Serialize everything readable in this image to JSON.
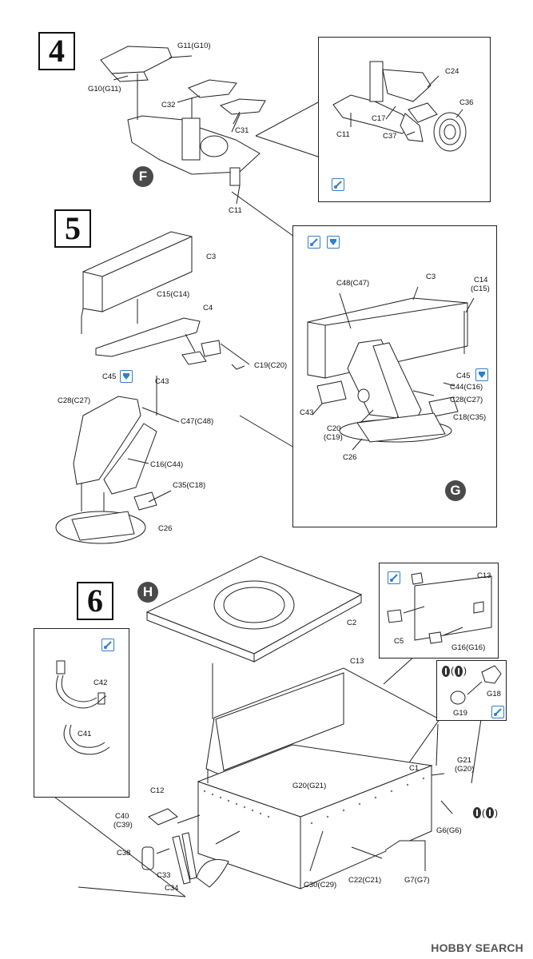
{
  "steps": {
    "s4": "4",
    "s5": "5",
    "s6": "6"
  },
  "markers": {
    "f": "F",
    "g": "G",
    "h": "H"
  },
  "labels4": {
    "g11": "G11(G10)",
    "g10": "G10(G11)",
    "c32": "C32",
    "c31": "C31",
    "c11a": "C11",
    "c24": "C24",
    "c36": "C36",
    "c17": "C17",
    "c11b": "C11",
    "c37": "C37"
  },
  "labels5": {
    "c3a": "C3",
    "c15": "C15(C14)",
    "c4": "C4",
    "c19": "C19(C20)",
    "c43a": "C43",
    "c45a": "C45",
    "c28a": "C28(C27)",
    "c47": "C47(C48)",
    "c16": "C16(C44)",
    "c35": "C35(C18)",
    "c26a": "C26",
    "c48": "C48(C47)",
    "c3b": "C3",
    "c14": "C14",
    "c14b": "(C15)",
    "c45b": "C45",
    "c44": "C44(C16)",
    "c28b": "C28(C27)",
    "c43b": "C43",
    "c18": "C18(C35)",
    "c20": "C20",
    "c20b": "(C19)",
    "c26b": "C26"
  },
  "labels6": {
    "c2": "C2",
    "c13a": "C13",
    "c5": "C5",
    "g16": "G16(G16)",
    "g18": "G18",
    "g19": "G19",
    "c13b": "C13",
    "c42": "C42",
    "c41": "C41",
    "g21": "G21",
    "g21b": "(G20)",
    "c1": "C1",
    "g20": "G20(G21)",
    "c12": "C12",
    "c40": "C40",
    "c40b": "(C39)",
    "g6": "G6(G6)",
    "c38": "C38",
    "c33": "C33",
    "c34": "C34",
    "c30": "C30(C29)",
    "c22": "C22(C21)",
    "g7": "G7(G7)"
  },
  "icons": {
    "glue": "glue-icon",
    "drill": "drill-icon",
    "pair": "pair-icon"
  },
  "watermark": "HOBBY SEARCH"
}
